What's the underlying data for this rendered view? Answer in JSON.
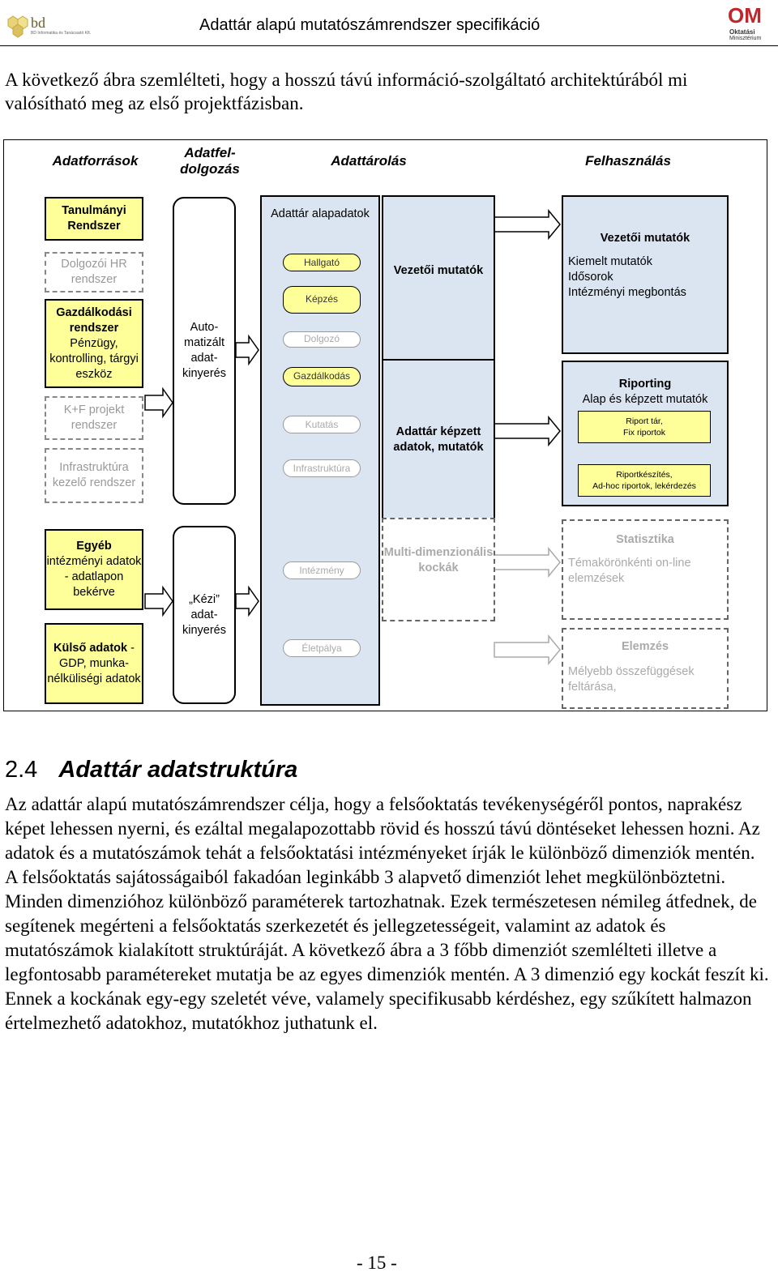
{
  "header": {
    "doc_title": "Adattár alapú mutatószámrendszer specifikáció",
    "logo_left": "bd",
    "logo_left_sub": "BD Informatika és Tanácsadó Kft.",
    "logo_right": "OM",
    "logo_right_sub1": "Oktatási",
    "logo_right_sub2": "Minisztérium"
  },
  "intro": "A következő ábra szemlélteti, hogy a hosszú távú információ-szolgáltató architektúrából mi valósítható meg az első projektfázisban.",
  "diagram": {
    "heads": {
      "sources": "Adatforrások",
      "processing": "Adatfel-dolgozás",
      "storage": "Adattárolás",
      "usage": "Felhasználás"
    },
    "sources": {
      "tanulmanyi": "Tanulmányi Rendszer",
      "hr": "Dolgozói HR rendszer",
      "gazd_title": "Gazdálkodási rendszer",
      "gazd_sub": "Pénzügy, kontrolling, tárgyi eszköz",
      "kf": "K+F projekt rendszer",
      "infra": "Infrastruktúra kezelő rendszer",
      "egyeb_title": "Egyéb",
      "egyeb_sub": "intézményi adatok - adatlapon bekérve",
      "kulso_title": "Külső adatok",
      "kulso_sub": "- GDP, munka-nélküliségi adatok"
    },
    "processing": {
      "auto": "Auto-matizált adat-kinyerés",
      "manual": "„Kézi” adat-kinyerés"
    },
    "storage": {
      "base_title": "Adattár alapadatok",
      "pills": [
        "Hallgató",
        "Képzés",
        "Dolgozó",
        "Gazdálkodás",
        "Kutatás",
        "Infrastruktúra",
        "Intézmény",
        "Életpálya"
      ],
      "kpi": "Vezetői mutatók",
      "derived": "Adattár képzett adatok, mutatók",
      "cubes": "Multi-dimenzionális kockák"
    },
    "usage": {
      "kpi_title": "Vezetői mutatók",
      "kpi_items": [
        "Kiemelt mutatók",
        "Idősorok",
        "Intézményi megbontás"
      ],
      "rep_title": "Riporting",
      "rep_sub": "Alap és képzett mutatók",
      "rep_box1_l1": "Riport tár,",
      "rep_box1_l2": "Fix riportok",
      "rep_box2_l1": "Riportkészítés,",
      "rep_box2_l2": "Ad-hoc riportok, lekérdezés",
      "stat_title": "Statisztika",
      "stat_sub": "Témakörönkénti on-line elemzések",
      "elem_title": "Elemzés",
      "elem_sub": "Mélyebb összefüggések feltárása,"
    }
  },
  "section": {
    "number": "2.4",
    "title": "Adattár adatstruktúra",
    "body": "Az adattár alapú mutatószámrendszer célja, hogy a felsőoktatás tevékenységéről pontos, naprakész képet lehessen nyerni, és ezáltal megalapozottabb rövid és hosszú távú döntéseket lehessen hozni. Az adatok és a mutatószámok tehát a felsőoktatási intézményeket írják le különböző dimenziók mentén. A felsőoktatás sajátosságaiból fakadóan leginkább 3 alapvető dimenziót lehet megkülönböztetni. Minden dimenzióhoz különböző paraméterek tartozhatnak. Ezek természetesen némileg átfednek, de segítenek megérteni a felsőoktatás szerkezetét és jellegzetességeit, valamint az adatok és mutatószámok kialakított struktúráját. A következő ábra a 3 főbb dimenziót szemlélteti illetve a legfontosabb paramétereket mutatja be az egyes dimenziók mentén. A 3 dimenzió egy kockát feszít ki. Ennek a kockának egy-egy szeletét véve, valamely specifikusabb kérdéshez, egy szűkített halmazon értelmezhető adatokhoz, mutatókhoz juthatunk el."
  },
  "page_number": "- 15 -"
}
